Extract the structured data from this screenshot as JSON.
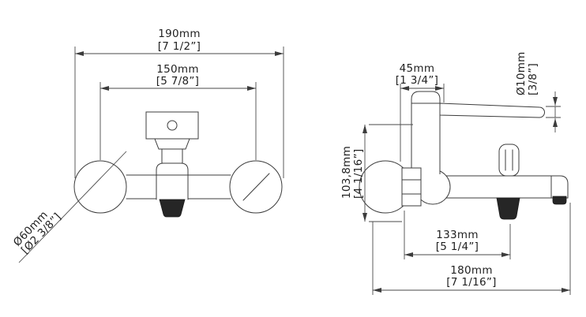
{
  "drawing": {
    "type": "technical-dimension-drawing",
    "subject": "wall-mounted single-lever bath mixer, front view and side view"
  },
  "dimensions": {
    "front_width_overall": {
      "metric": "190mm",
      "imperial": "[7 1/2”]"
    },
    "front_hole_spacing": {
      "metric": "150mm",
      "imperial": "[5 7/8”]"
    },
    "escutcheon_diameter": {
      "metric": "Ø60mm",
      "imperial": "[Ø2 3/8”]"
    },
    "side_body_width": {
      "metric": "45mm",
      "imperial": "[1 3/4”]"
    },
    "lever_diameter": {
      "metric": "Ø10mm",
      "imperial": "[3/8”]"
    },
    "side_height": {
      "metric": "103,8mm",
      "imperial": "[4 1/16”]"
    },
    "spout_reach": {
      "metric": "133mm",
      "imperial": "[5 1/4”]"
    },
    "side_depth_overall": {
      "metric": "180mm",
      "imperial": "[7 1/16”]"
    }
  },
  "colors": {
    "line": "#3c3c3c",
    "dark_fill": "#262626",
    "background": "#ffffff"
  }
}
